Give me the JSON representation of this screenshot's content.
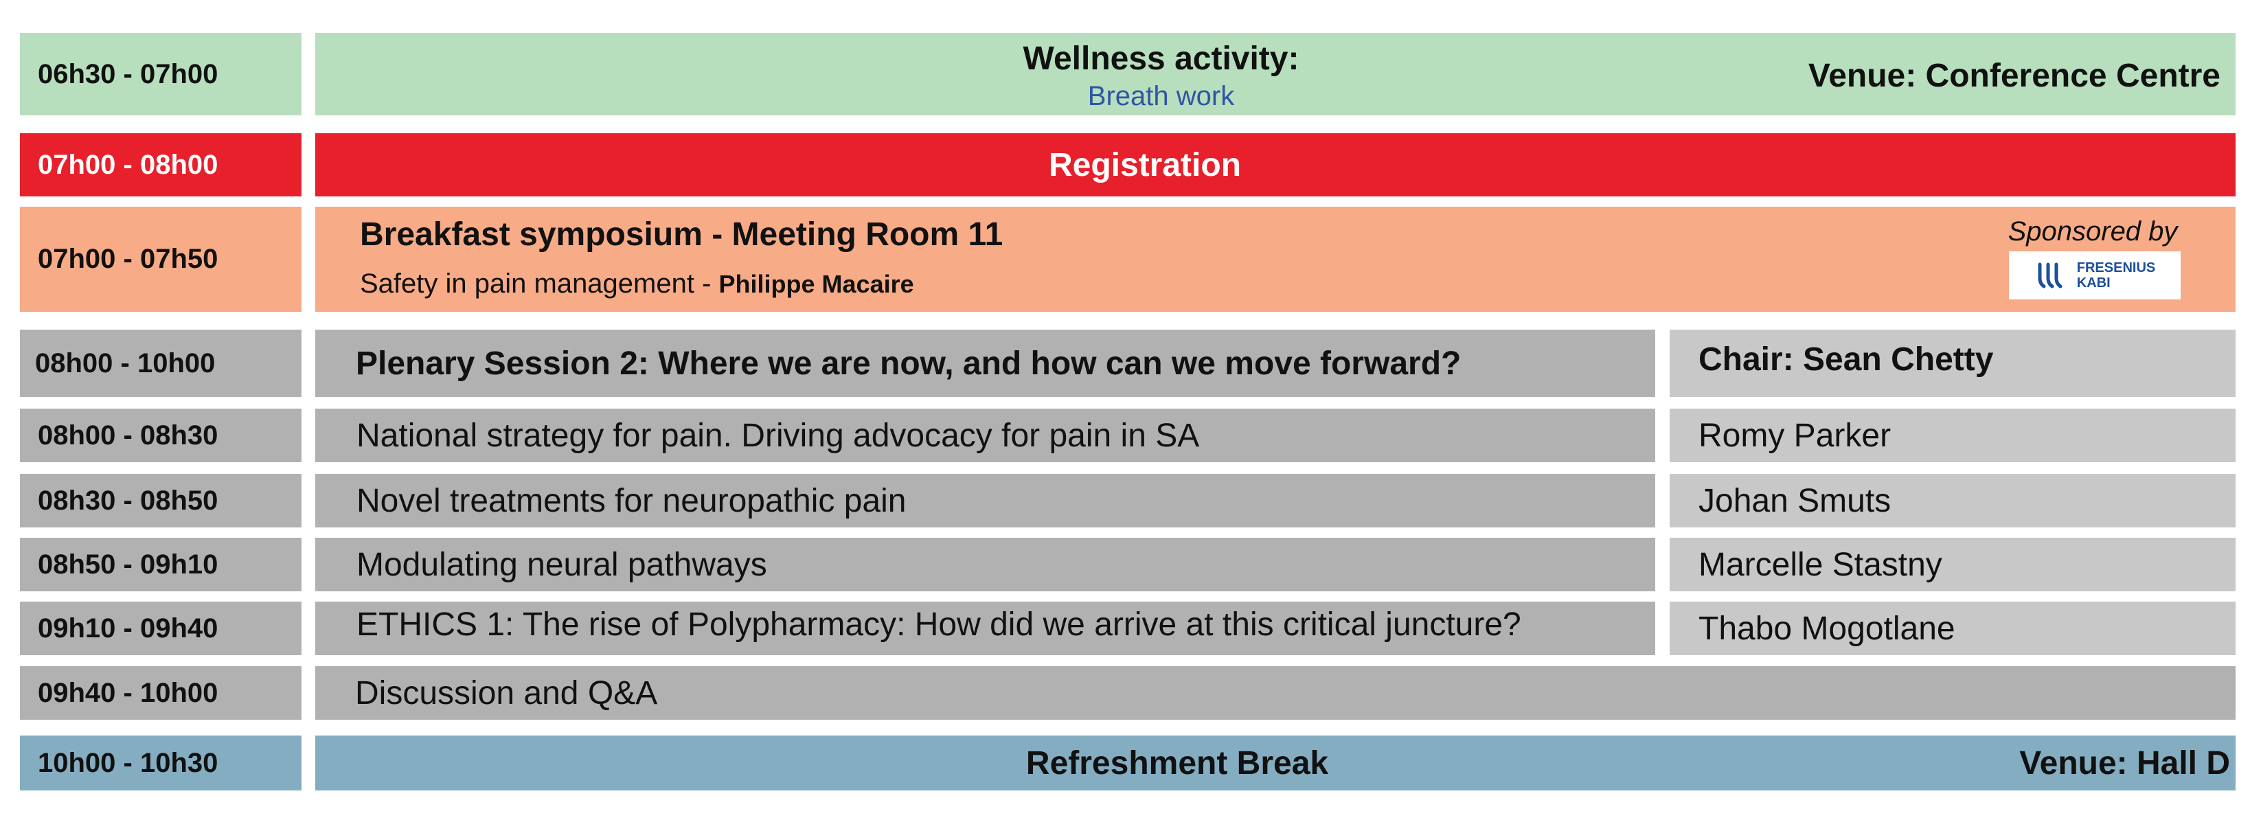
{
  "rows": {
    "wellness": {
      "time": "06h30 - 07h00",
      "title": "Wellness activity:",
      "subtitle": "Breath work",
      "venue": "Venue: Conference Centre"
    },
    "registration": {
      "time": "07h00 - 08h00",
      "title": "Registration"
    },
    "breakfast": {
      "time": "07h00 - 07h50",
      "title": "Breakfast symposium - Meeting Room 11",
      "talk": "Safety in pain management - ",
      "speaker": "Philippe Macaire",
      "sponsored_by": "Sponsored by",
      "sponsor_line1": "FRESENIUS",
      "sponsor_line2": "KABI"
    },
    "plenary": {
      "time": "08h00 - 10h00",
      "title": "Plenary Session 2: Where we are now, and how can we move forward?",
      "chair": "Chair: Sean Chetty"
    },
    "talks": [
      {
        "time": "08h00 - 08h30",
        "title": "National strategy for pain. Driving advocacy for pain in SA",
        "speaker": "Romy Parker"
      },
      {
        "time": "08h30 - 08h50",
        "title": "Novel treatments for neuropathic pain",
        "speaker": "Johan Smuts"
      },
      {
        "time": "08h50 - 09h10",
        "title": "Modulating neural pathways",
        "speaker": "Marcelle Stastny"
      },
      {
        "time": "09h10 - 09h40",
        "title": "ETHICS 1: The rise of Polypharmacy: How did we arrive at this critical juncture?",
        "speaker": "Thabo Mogotlane"
      }
    ],
    "discussion": {
      "time": "09h40 - 10h00",
      "title": "Discussion and Q&A"
    },
    "break": {
      "time": "10h00 - 10h30",
      "title": "Refreshment Break",
      "venue": "Venue: Hall D"
    }
  },
  "colors": {
    "green": "#b7dfbd",
    "red": "#e8202b",
    "salmon": "#f7ab86",
    "grey": "#b2b1b2",
    "light_grey": "#c9c8c9",
    "blue": "#85adc1",
    "subtitle_blue": "#2f55a4",
    "sponsor_blue": "#1c4f9c"
  }
}
